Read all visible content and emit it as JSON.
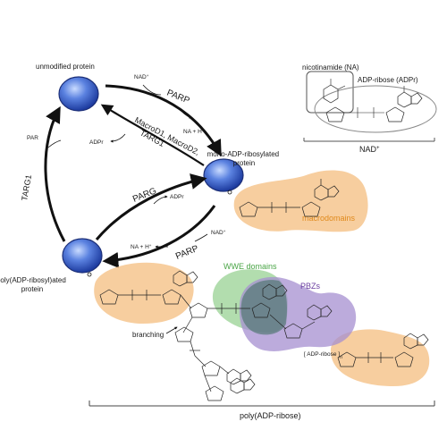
{
  "proteins": {
    "unmodified": "unmodified protein",
    "mono": "mono-ADP-ribosylated\nprotein",
    "poly": "poly(ADP-ribosyl)ated\nprotein"
  },
  "enzymes": {
    "parp_top": "PARP",
    "parp_bottom": "PARP",
    "parg": "PARG",
    "targ1": "TARG1",
    "macro": "MacroD1, MacroD2,\nTARG1"
  },
  "small_labels": {
    "nad_top": "NAD",
    "nah_top": "NA + H",
    "adpr_left": "ADPr",
    "adpr_mid": "ADPr",
    "par": "PAR",
    "nah_bottom": "NA + H",
    "nad_bottom": "NAD",
    "sup_plus": "+"
  },
  "inset": {
    "nicotinamide": "nicotinamide (NA)",
    "adpribose": "ADP-ribose (ADPr)",
    "nad": "NAD"
  },
  "domains": {
    "macrodomains": "macrodomains",
    "wwe": "WWE domains",
    "pbz": "PBZs"
  },
  "chain": {
    "branching": "branching",
    "repeat": "[ ADP-ribose ]",
    "repeat_sub": "n",
    "poly_label": "poly(ADP-ribose)"
  },
  "colors": {
    "protein_fill": "#3a5fc8",
    "arrow": "#111111",
    "macro_blob": "#f6c58e",
    "wwe_blob": "#9fd49a",
    "pbz_blob": "#a58fd0",
    "orange_text": "#e08a1c",
    "green_text": "#4aa546",
    "purple_text": "#6b3fa0"
  }
}
